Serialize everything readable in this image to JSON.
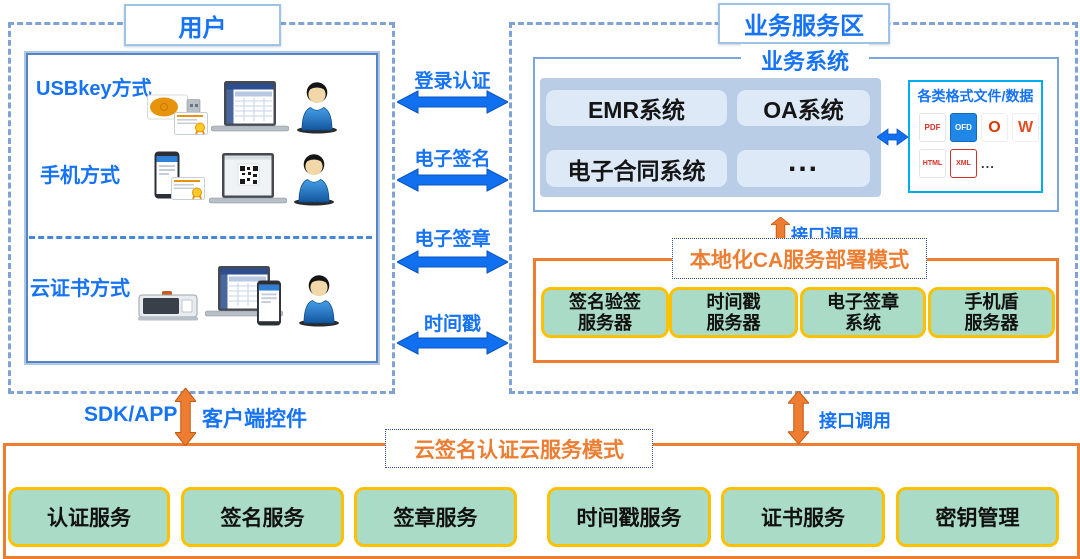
{
  "colors": {
    "accent_blue": "#1673F5",
    "arrow_blue": "#1170F0",
    "dashed_border_blue": "#7FA3D8",
    "panel_blue": "#B9CDE6",
    "panel_item_blue": "#DDE9F7",
    "file_box_border": "#00AEEF",
    "accent_orange": "#ED7D31",
    "teal_fill": "#A9DBC7",
    "teal_border": "#FFC000"
  },
  "user_zone": {
    "title": "用户",
    "rows": [
      {
        "label": "USBkey方式",
        "icons": [
          "usb-key-icon",
          "certificate-icon",
          "laptop-dashboard-icon",
          "person-icon"
        ]
      },
      {
        "label": "手机方式",
        "icons": [
          "smartphone-icon",
          "certificate-icon",
          "laptop-qr-icon",
          "person-icon"
        ]
      },
      {
        "label": "云证书方式",
        "icons": [
          "signature-pad-icon",
          "laptop-dashboard-icon",
          "smartphone-icon",
          "person-icon"
        ]
      }
    ]
  },
  "middle_links": [
    {
      "label": "登录认证"
    },
    {
      "label": "电子签名"
    },
    {
      "label": "电子签章"
    },
    {
      "label": "时间戳"
    }
  ],
  "business_zone": {
    "title": "业务服务区",
    "subtitle": "业务系统",
    "systems": [
      "EMR系统",
      "OA系统",
      "电子合同系统",
      "..."
    ],
    "files_box": {
      "title": "各类格式文件/数据",
      "formats": [
        "PDF",
        "OFD",
        "O",
        "W",
        "HTML",
        "XML",
        "..."
      ]
    }
  },
  "ca_zone": {
    "interface_label": "接口调用",
    "title": "本地化CA服务部署模式",
    "servers": [
      {
        "line1": "签名验签",
        "line2": "服务器"
      },
      {
        "line1": "时间戳",
        "line2": "服务器"
      },
      {
        "line1": "电子签章",
        "line2": "系统"
      },
      {
        "line1": "手机盾",
        "line2": "服务器"
      }
    ]
  },
  "cloud_zone": {
    "sdk_label": "SDK/APP",
    "client_label": "客户端控件",
    "interface_label": "接口调用",
    "title": "云签名认证云服务模式",
    "services": [
      "认证服务",
      "签名服务",
      "签章服务",
      "时间戳服务",
      "证书服务",
      "密钥管理"
    ]
  }
}
